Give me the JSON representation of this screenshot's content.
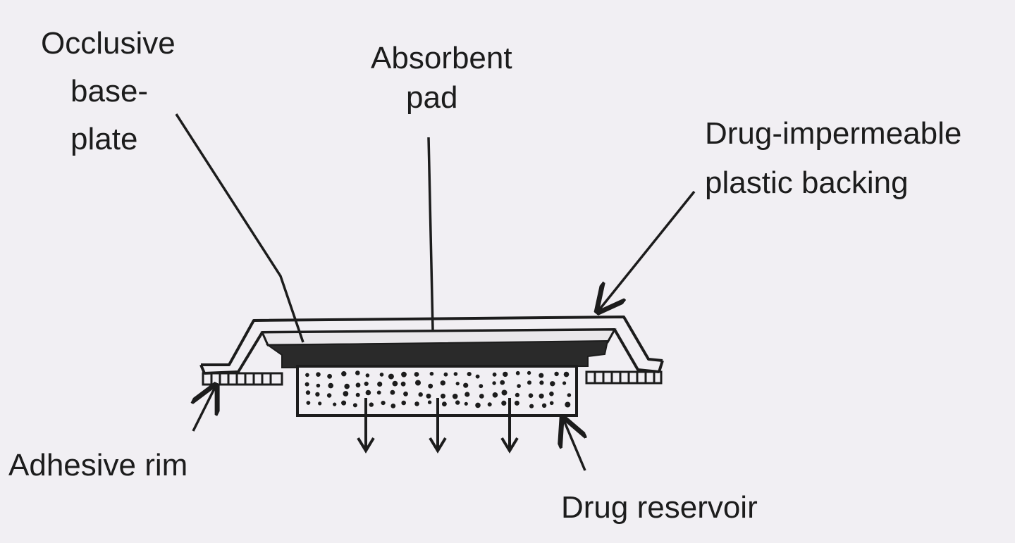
{
  "labels": {
    "occlusive_baseplate": [
      "Occlusive",
      "base-",
      "plate"
    ],
    "absorbent_pad": [
      "Absorbent",
      "pad"
    ],
    "backing": [
      "Drug-impermeable",
      "plastic backing"
    ],
    "adhesive_rim": "Adhesive rim",
    "drug_reservoir": "Drug reservoir"
  },
  "colors": {
    "background": "#f1eff3",
    "ink": "#1c1c1c"
  }
}
